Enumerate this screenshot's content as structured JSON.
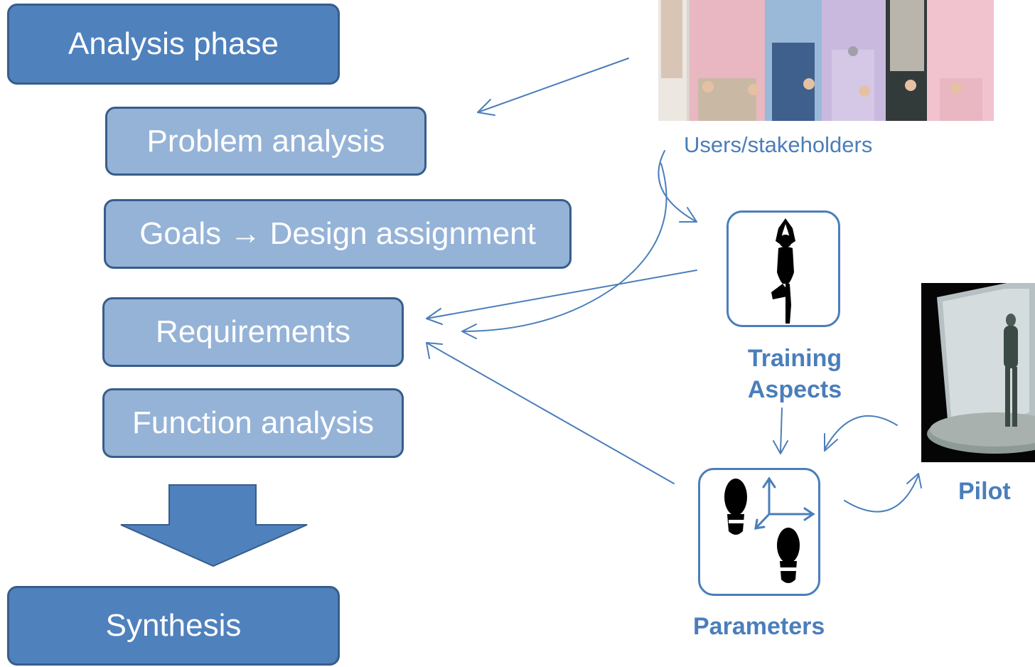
{
  "process": {
    "analysis_phase": "Analysis phase",
    "problem_analysis": "Problem analysis",
    "goals_design": "Goals → Design assignment",
    "requirements": "Requirements",
    "function_analysis": "Function analysis",
    "synthesis": "Synthesis"
  },
  "labels": {
    "users_stakeholders": "Users/stakeholders",
    "training_line1": "Training",
    "training_line2": "Aspects",
    "pilot": "Pilot",
    "parameters": "Parameters"
  },
  "images": {
    "users_photo": "group of elderly people photo",
    "pilot_photo": "3D render of figure on platform",
    "training_icon": "yoga-tree-pose-icon",
    "parameters_icon": "footprints-axes-icon"
  },
  "colors": {
    "box_dark": "#4f81bd",
    "box_light": "#95b3d7",
    "accent": "#4a7ebb"
  }
}
